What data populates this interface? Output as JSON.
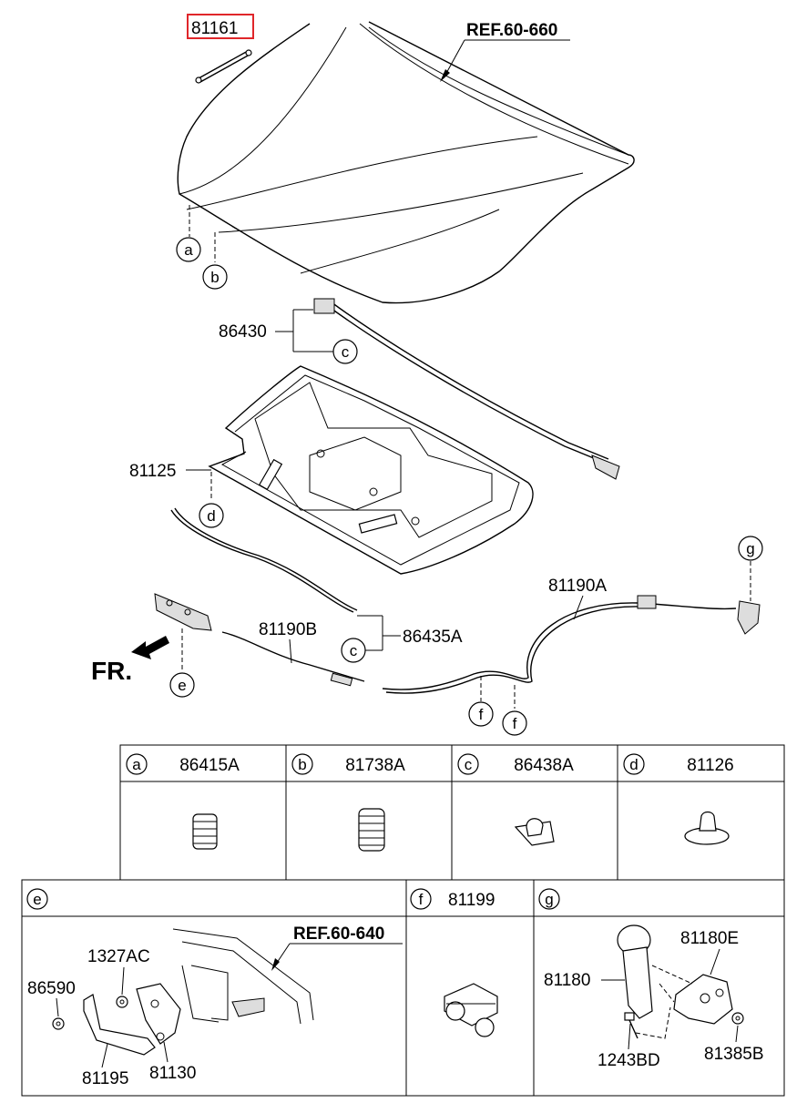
{
  "main_parts": {
    "hood_stay": "81161",
    "hood_ref": "REF.60-660",
    "weatherstrip": "86430",
    "insulator": "81125",
    "seal_strip": "86435A",
    "release_cable_a": "81190A",
    "release_cable_b": "81190B",
    "front_marker": "FR."
  },
  "callouts": {
    "a": "a",
    "b": "b",
    "c": "c",
    "d": "d",
    "e": "e",
    "f": "f",
    "g": "g"
  },
  "table_top": [
    {
      "letter": "a",
      "part": "86415A"
    },
    {
      "letter": "b",
      "part": "81738A"
    },
    {
      "letter": "c",
      "part": "86438A"
    },
    {
      "letter": "d",
      "part": "81126"
    }
  ],
  "table_bottom": {
    "e": {
      "letter": "e",
      "ref": "REF.60-640",
      "parts": {
        "cap": "1327AC",
        "nut": "86590",
        "bracket": "81195",
        "latch": "81130"
      }
    },
    "f": {
      "letter": "f",
      "part": "81199"
    },
    "g": {
      "letter": "g",
      "parts": {
        "handle": "81180",
        "housing": "81180E",
        "bolt": "1243BD",
        "nut": "81385B"
      }
    }
  },
  "highlight_color": "#e0262a"
}
